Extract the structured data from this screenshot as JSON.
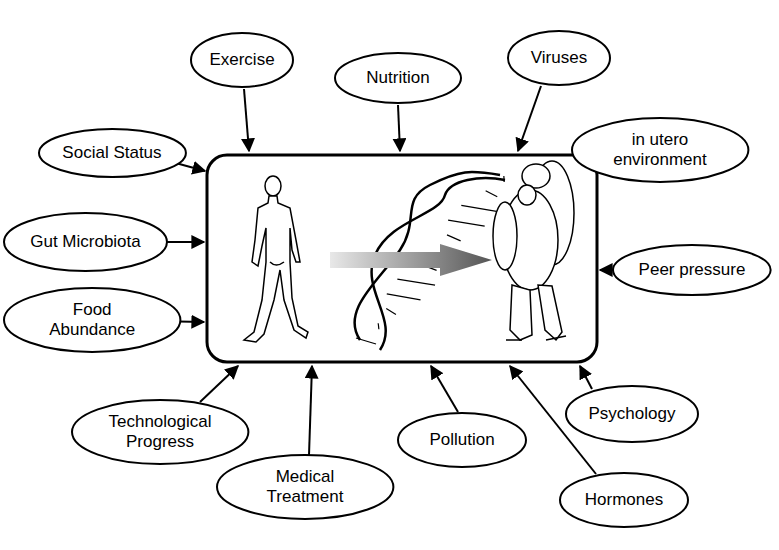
{
  "diagram": {
    "nodes": [
      {
        "text": [
          "Exercise"
        ]
      },
      {
        "text": [
          "Nutrition"
        ]
      },
      {
        "text": [
          "Viruses"
        ]
      },
      {
        "text": [
          "Social Status"
        ]
      },
      {
        "text": [
          "in utero environment"
        ]
      },
      {
        "text": [
          "Gut Microbiota"
        ]
      },
      {
        "text": [
          "Peer pressure"
        ]
      },
      {
        "text": [
          "Food Abundance"
        ]
      },
      {
        "text": [
          "Psychology"
        ]
      },
      {
        "text": [
          "Technological Progress"
        ]
      },
      {
        "text": [
          "Pollution"
        ]
      },
      {
        "text": [
          "Medical Treatment"
        ]
      },
      {
        "text": [
          "Hormones"
        ]
      }
    ]
  }
}
